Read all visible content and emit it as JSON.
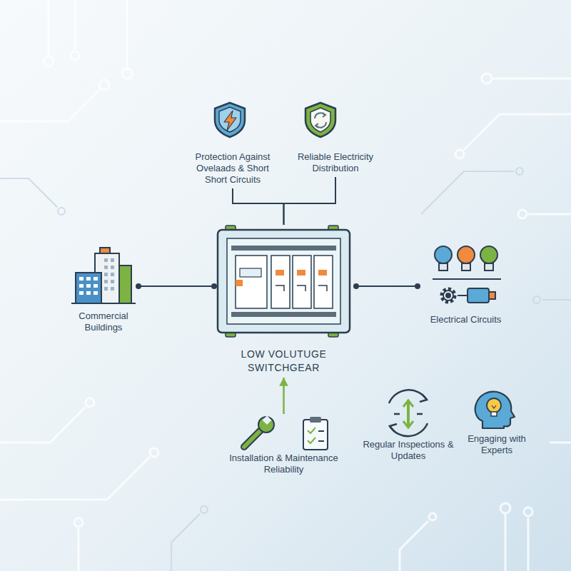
{
  "diagram": {
    "nodes": [
      {
        "text": [
          "Protection Against Ovelaads & Short Short Circuits"
        ]
      },
      {
        "text": [
          "Reliable Electricity Distribution"
        ]
      },
      {
        "text": [
          "Commercial Buildings"
        ]
      },
      {
        "text": [
          "LOW VOLUTUGE SWITCHGEAR"
        ]
      },
      {
        "text": [
          "Electrical Circuits"
        ]
      },
      {
        "text": [
          "Installation & Maintenance Reliability"
        ]
      },
      {
        "text": [
          "Regular Inspections & Updates"
        ]
      },
      {
        "text": [
          "Engaging with Experts"
        ]
      }
    ],
    "edges": [
      {
        "from": 0,
        "to": 3,
        "arrow": "none"
      },
      {
        "from": 1,
        "to": 3,
        "arrow": "none"
      },
      {
        "from": 2,
        "to": 3,
        "arrow": "none"
      },
      {
        "from": 3,
        "to": 4,
        "arrow": "none"
      },
      {
        "from": 5,
        "to": 3,
        "arrow": "to"
      }
    ]
  }
}
